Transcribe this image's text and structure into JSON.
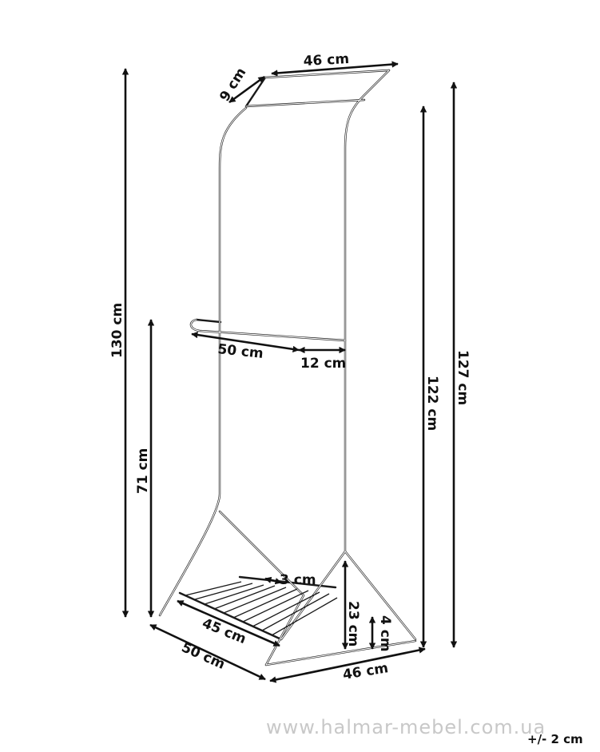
{
  "diagram": {
    "dimensions": {
      "total_height": "130 cm",
      "rail_height": "71 cm",
      "top_width": "46 cm",
      "top_depth": "9 cm",
      "rail_length": "50 cm",
      "rail_offset": "12 cm",
      "frame_height": "122 cm",
      "side_height": "127 cm",
      "shelf_gap": "3 cm",
      "shelf_height": "23 cm",
      "shelf_thickness": "4 cm",
      "shelf_length": "45 cm",
      "base_depth": "50 cm",
      "base_width": "46 cm"
    },
    "tolerance": "+/- 2 cm",
    "watermark": "www.halmar-mebel.com.ua"
  },
  "colors": {
    "line": "#1a1a1a",
    "watermark": "#c8c8c8"
  }
}
